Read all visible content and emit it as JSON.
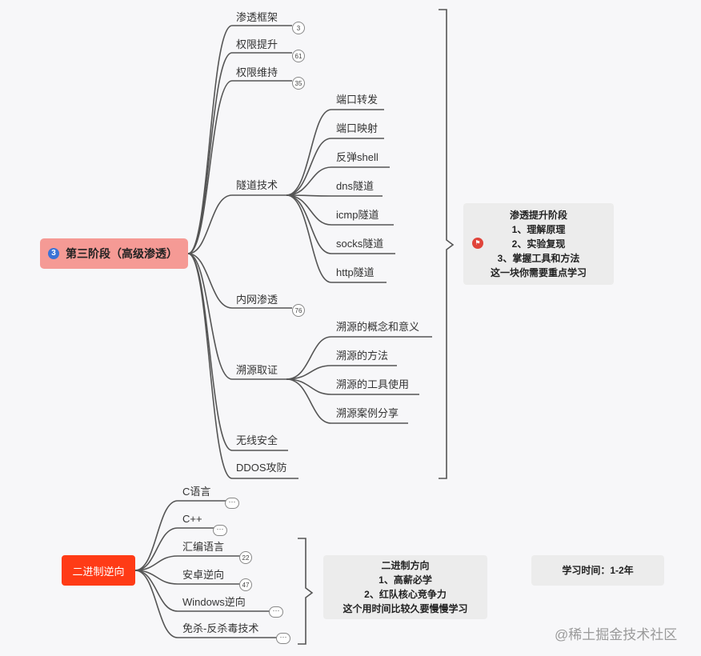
{
  "stage3": {
    "number": "3",
    "title": "第三阶段（高级渗透）",
    "children": [
      {
        "label": "渗透框架",
        "badge": "3"
      },
      {
        "label": "权限提升",
        "badge": "61"
      },
      {
        "label": "权限维持",
        "badge": "35"
      },
      {
        "label": "隧道技术",
        "children": [
          "端口转发",
          "端口映射",
          "反弹shell",
          "dns隧道",
          "icmp隧道",
          "socks隧道",
          "http隧道"
        ]
      },
      {
        "label": "内网渗透",
        "badge": "76"
      },
      {
        "label": "溯源取证",
        "children": [
          "溯源的概念和意义",
          "溯源的方法",
          "溯源的工具使用",
          "溯源案例分享"
        ]
      },
      {
        "label": "无线安全"
      },
      {
        "label": "DDOS攻防"
      }
    ],
    "note": {
      "icon": "flag-icon",
      "lines": [
        "渗透提升阶段",
        "1、理解原理",
        "2、实验复现",
        "3、掌握工具和方法",
        "这一块你需要重点学习"
      ]
    }
  },
  "binary": {
    "title": "二进制逆向",
    "children": [
      {
        "label": "C语言",
        "badge": "···"
      },
      {
        "label": "C++",
        "badge": "···"
      },
      {
        "label": "汇编语言",
        "badge": "22"
      },
      {
        "label": "安卓逆向",
        "badge": "47"
      },
      {
        "label": "Windows逆向",
        "badge": "···"
      },
      {
        "label": "免杀-反杀毒技术",
        "badge": "···"
      }
    ],
    "note": {
      "lines": [
        "二进制方向",
        "1、高薪必学",
        "2、红队核心竞争力",
        "这个用时间比较久要慢慢学习"
      ]
    },
    "time_note": "学习时间：1-2年"
  },
  "watermark": "@稀土掘金技术社区",
  "colors": {
    "root1_bg": "#f59a95",
    "root2_bg": "#ff3b16",
    "edge": "#555555",
    "number_badge": "#3b73d6",
    "flag": "#e0443a"
  }
}
